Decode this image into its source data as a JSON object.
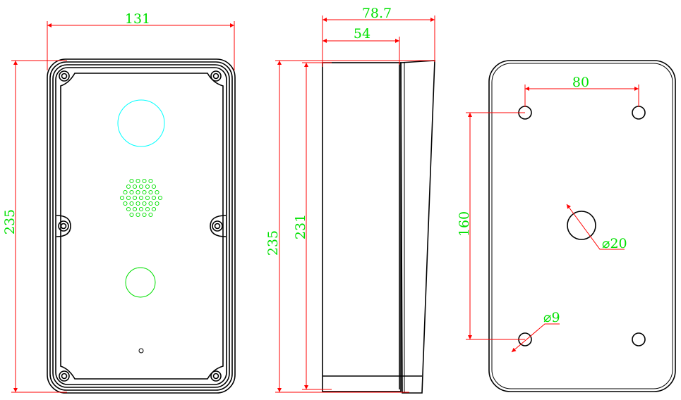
{
  "front_view": {
    "width_label": "131",
    "height_label": "235"
  },
  "side_view": {
    "depth_total_label": "78.7",
    "depth_body_label": "54",
    "height_label": "235",
    "inner_height_label": "231"
  },
  "back_view": {
    "hole_spacing_x_label": "80",
    "hole_spacing_y_label": "160",
    "center_hole_label": "⌀20",
    "mount_hole_label": "⌀9"
  },
  "colors": {
    "dimension": "#ff0000",
    "text": "#00e000",
    "camera": "#00ffff",
    "button": "#00e000",
    "outline": "#000000"
  }
}
